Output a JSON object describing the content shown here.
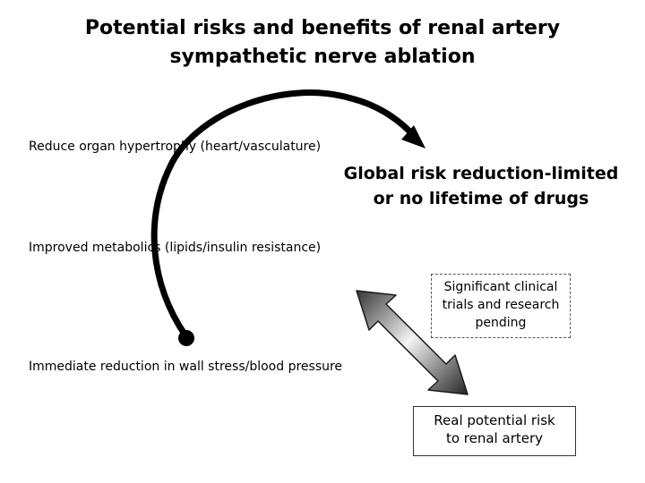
{
  "title": {
    "line1": "Potential risks and benefits of renal artery",
    "line2": "sympathetic nerve ablation"
  },
  "benefits": [
    "Reduce organ hypertrophy (heart/vasculature)",
    "Improved metabolics (lipids/insulin resistance)",
    "Immediate reduction in wall stress/blood pressure"
  ],
  "goal": {
    "line1": "Global risk reduction-limited",
    "line2": "or no lifetime of drugs"
  },
  "pending_box": {
    "line1": "Significant clinical",
    "line2": "trials and research",
    "line3": "pending"
  },
  "risk_box": {
    "line1": "Real potential risk",
    "line2": "to renal artery"
  },
  "colors": {
    "text": "#000000",
    "arrow_dark": "#2a2a2a",
    "arrow_light": "#f2f2f2"
  }
}
